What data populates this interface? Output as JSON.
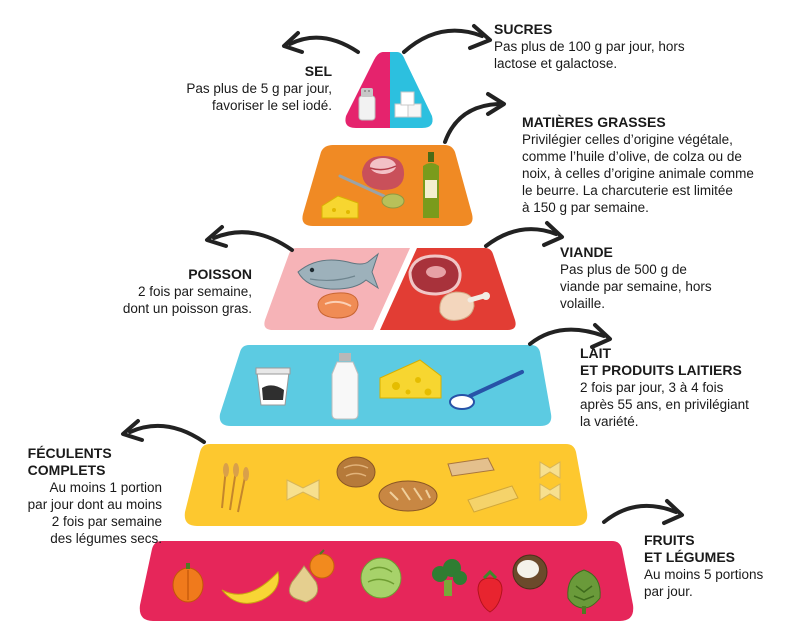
{
  "colors": {
    "sel": "#e5236d",
    "sucres": "#2cc0df",
    "grasses": "#f08a24",
    "poisson": "#f6b3b7",
    "viande": "#e23d34",
    "lait": "#5ccbe2",
    "feculents": "#fdc82f",
    "fruits": "#e6265a",
    "arrow": "#222222"
  },
  "sections": {
    "sel": {
      "title": "SEL",
      "desc": "Pas plus de 5 g par jour,\nfavoriser le sel iodé."
    },
    "sucres": {
      "title": "SUCRES",
      "desc": "Pas plus de 100 g par jour, hors\nlactose et galactose."
    },
    "grasses": {
      "title": "MATIÈRES GRASSES",
      "desc": "Privilégier celles d’origine végétale,\ncomme l’huile d’olive, de colza ou de\nnoix, à celles d’origine animale comme\nle beurre. La charcuterie est limitée\nà 150 g par semaine."
    },
    "poisson": {
      "title": "POISSON",
      "desc": "2 fois par semaine,\ndont un poisson gras."
    },
    "viande": {
      "title": "VIANDE",
      "desc": "Pas plus de 500 g de\nviande par semaine, hors\nvolaille."
    },
    "lait": {
      "title": "LAIT\nET PRODUITS LAITIERS",
      "desc": "2 fois par jour, 3 à 4 fois\naprès 55 ans, en privilégiant\nla variété."
    },
    "feculents": {
      "title": "FÉCULENTS\nCOMPLETS",
      "desc": "Au moins 1 portion\npar jour dont au moins\n2 fois par semaine\ndes légumes secs."
    },
    "fruits": {
      "title": "FRUITS\nET LÉGUMES",
      "desc": "Au moins 5 portions\npar jour."
    }
  },
  "icons": {
    "sel": [
      "salt-shaker-icon"
    ],
    "sucres": [
      "sugar-cubes-icon"
    ],
    "grasses": [
      "ham-icon",
      "cheese-icon",
      "spoon-oil-icon",
      "olive-oil-bottle-icon"
    ],
    "poisson": [
      "fish-icon",
      "salmon-steak-icon"
    ],
    "viande": [
      "steak-icon",
      "chicken-leg-icon"
    ],
    "lait": [
      "yogurt-icon",
      "milk-bottle-icon",
      "swiss-cheese-icon",
      "cream-spoon-icon"
    ],
    "feculents": [
      "wheat-icon",
      "farfalle-pasta-icon",
      "bread-loaf-icon",
      "bread-slice-icon",
      "rolled-oats-icon",
      "pasta-icon"
    ],
    "fruits": [
      "pumpkin-icon",
      "banana-icon",
      "orange-icon",
      "onion-icon",
      "lettuce-icon",
      "broccoli-icon",
      "strawberry-icon",
      "coconut-icon",
      "artichoke-icon"
    ]
  }
}
